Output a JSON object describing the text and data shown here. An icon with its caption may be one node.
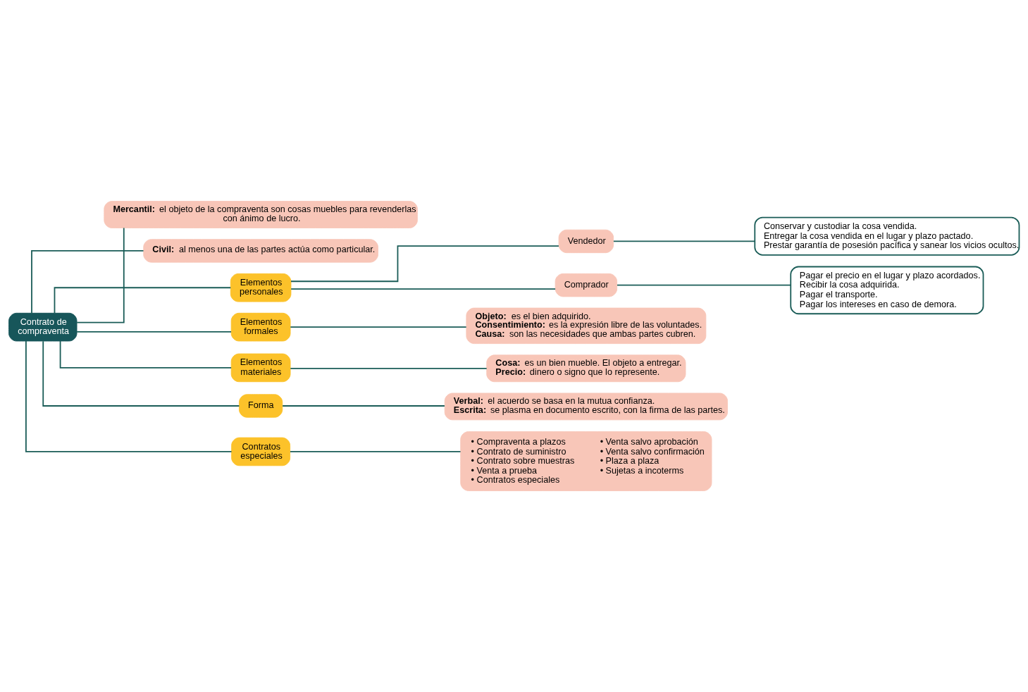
{
  "diagram": {
    "nodes": [
      {
        "text": [
          "Contrato de compraventa"
        ]
      },
      {
        "text": [
          "**Mercantil:** el objeto de la compraventa son cosas muebles para revenderlas con ánimo de lucro."
        ]
      },
      {
        "text": [
          "**Civil:** al menos una de las partes actúa como particular."
        ]
      },
      {
        "text": [
          "Elementos personales"
        ]
      },
      {
        "text": [
          "Vendedor"
        ]
      },
      {
        "text": [
          "Conservar y custodiar la cosa vendida.",
          "Entregar la cosa vendida en el lugar y plazo pactado.",
          "Prestar garantía de posesión pacífica y sanear los vicios ocultos."
        ]
      },
      {
        "text": [
          "Comprador"
        ]
      },
      {
        "text": [
          "Pagar el precio en el lugar y plazo acordados.",
          "Recibir la cosa adquirida.",
          "Pagar el transporte.",
          "Pagar los intereses en caso de demora."
        ]
      },
      {
        "text": [
          "Elementos formales"
        ]
      },
      {
        "text": [
          "**Objeto:** es el bien adquirido.",
          "**Consentimiento:** es la expresión libre de las voluntades.",
          "**Causa:** son las necesidades que ambas partes cubren."
        ]
      },
      {
        "text": [
          "Elementos materiales"
        ]
      },
      {
        "text": [
          "**Cosa:** es un bien mueble. El objeto a entregar.",
          "**Precio:** dinero o signo que lo represente."
        ]
      },
      {
        "text": [
          "Forma"
        ]
      },
      {
        "text": [
          "**Verbal:** el acuerdo se basa en la mutua confianza.",
          "**Escrita:** se plasma en documento escrito, con la firma de las partes."
        ]
      },
      {
        "text": [
          "Contratos especiales"
        ]
      },
      {
        "text": [
          "• Compraventa a plazos",
          "• Contrato de suministro",
          "• Contrato sobre muestras",
          "• Venta a prueba",
          "• Contratos especiales",
          "• Venta salvo aprobación",
          "• Venta salvo confirmación",
          "• Plaza a plaza",
          "• Sujetas a incoterms"
        ]
      }
    ],
    "edges": [
      {
        "from": 0,
        "to": 1,
        "arrow": "none"
      },
      {
        "from": 0,
        "to": 2,
        "arrow": "none"
      },
      {
        "from": 0,
        "to": 3,
        "arrow": "none"
      },
      {
        "from": 3,
        "to": 4,
        "arrow": "none"
      },
      {
        "from": 3,
        "to": 6,
        "arrow": "none"
      },
      {
        "from": 4,
        "to": 5,
        "arrow": "none"
      },
      {
        "from": 6,
        "to": 7,
        "arrow": "none"
      },
      {
        "from": 0,
        "to": 8,
        "arrow": "none"
      },
      {
        "from": 8,
        "to": 9,
        "arrow": "none"
      },
      {
        "from": 0,
        "to": 10,
        "arrow": "none"
      },
      {
        "from": 10,
        "to": 11,
        "arrow": "none"
      },
      {
        "from": 0,
        "to": 12,
        "arrow": "none"
      },
      {
        "from": 12,
        "to": 13,
        "arrow": "none"
      },
      {
        "from": 0,
        "to": 14,
        "arrow": "none"
      },
      {
        "from": 14,
        "to": 15,
        "arrow": "none"
      }
    ]
  }
}
